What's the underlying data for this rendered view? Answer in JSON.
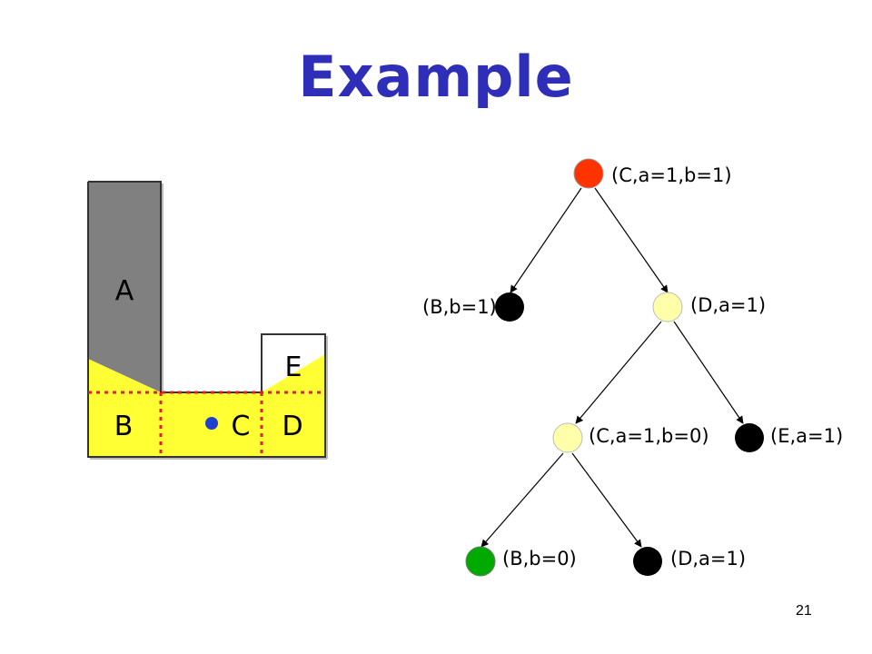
{
  "slide": {
    "title": "Example",
    "page_number": "21"
  },
  "map": {
    "regions": {
      "A": "A",
      "B": "B",
      "C": "C",
      "D": "D",
      "E": "E"
    }
  },
  "tree": {
    "nodes": {
      "root": {
        "label": "(C,a=1,b=1)",
        "color": "#ff3300"
      },
      "b1": {
        "label": "(B,b=1)",
        "color": "#000000"
      },
      "d1": {
        "label": "(D,a=1)",
        "color": "#ffffaa"
      },
      "c2": {
        "label": "(C,a=1,b=0)",
        "color": "#ffffaa"
      },
      "e1": {
        "label": "(E,a=1)",
        "color": "#000000"
      },
      "b0": {
        "label": "(B,b=0)",
        "color": "#00aa00"
      },
      "d2": {
        "label": "(D,a=1)",
        "color": "#000000"
      }
    }
  },
  "colors": {
    "title": "#2e2eb8",
    "region_gray": "#808080",
    "region_yellow": "#ffff33",
    "divider_red": "#e02020",
    "agent_dot": "#1f3fcf"
  }
}
